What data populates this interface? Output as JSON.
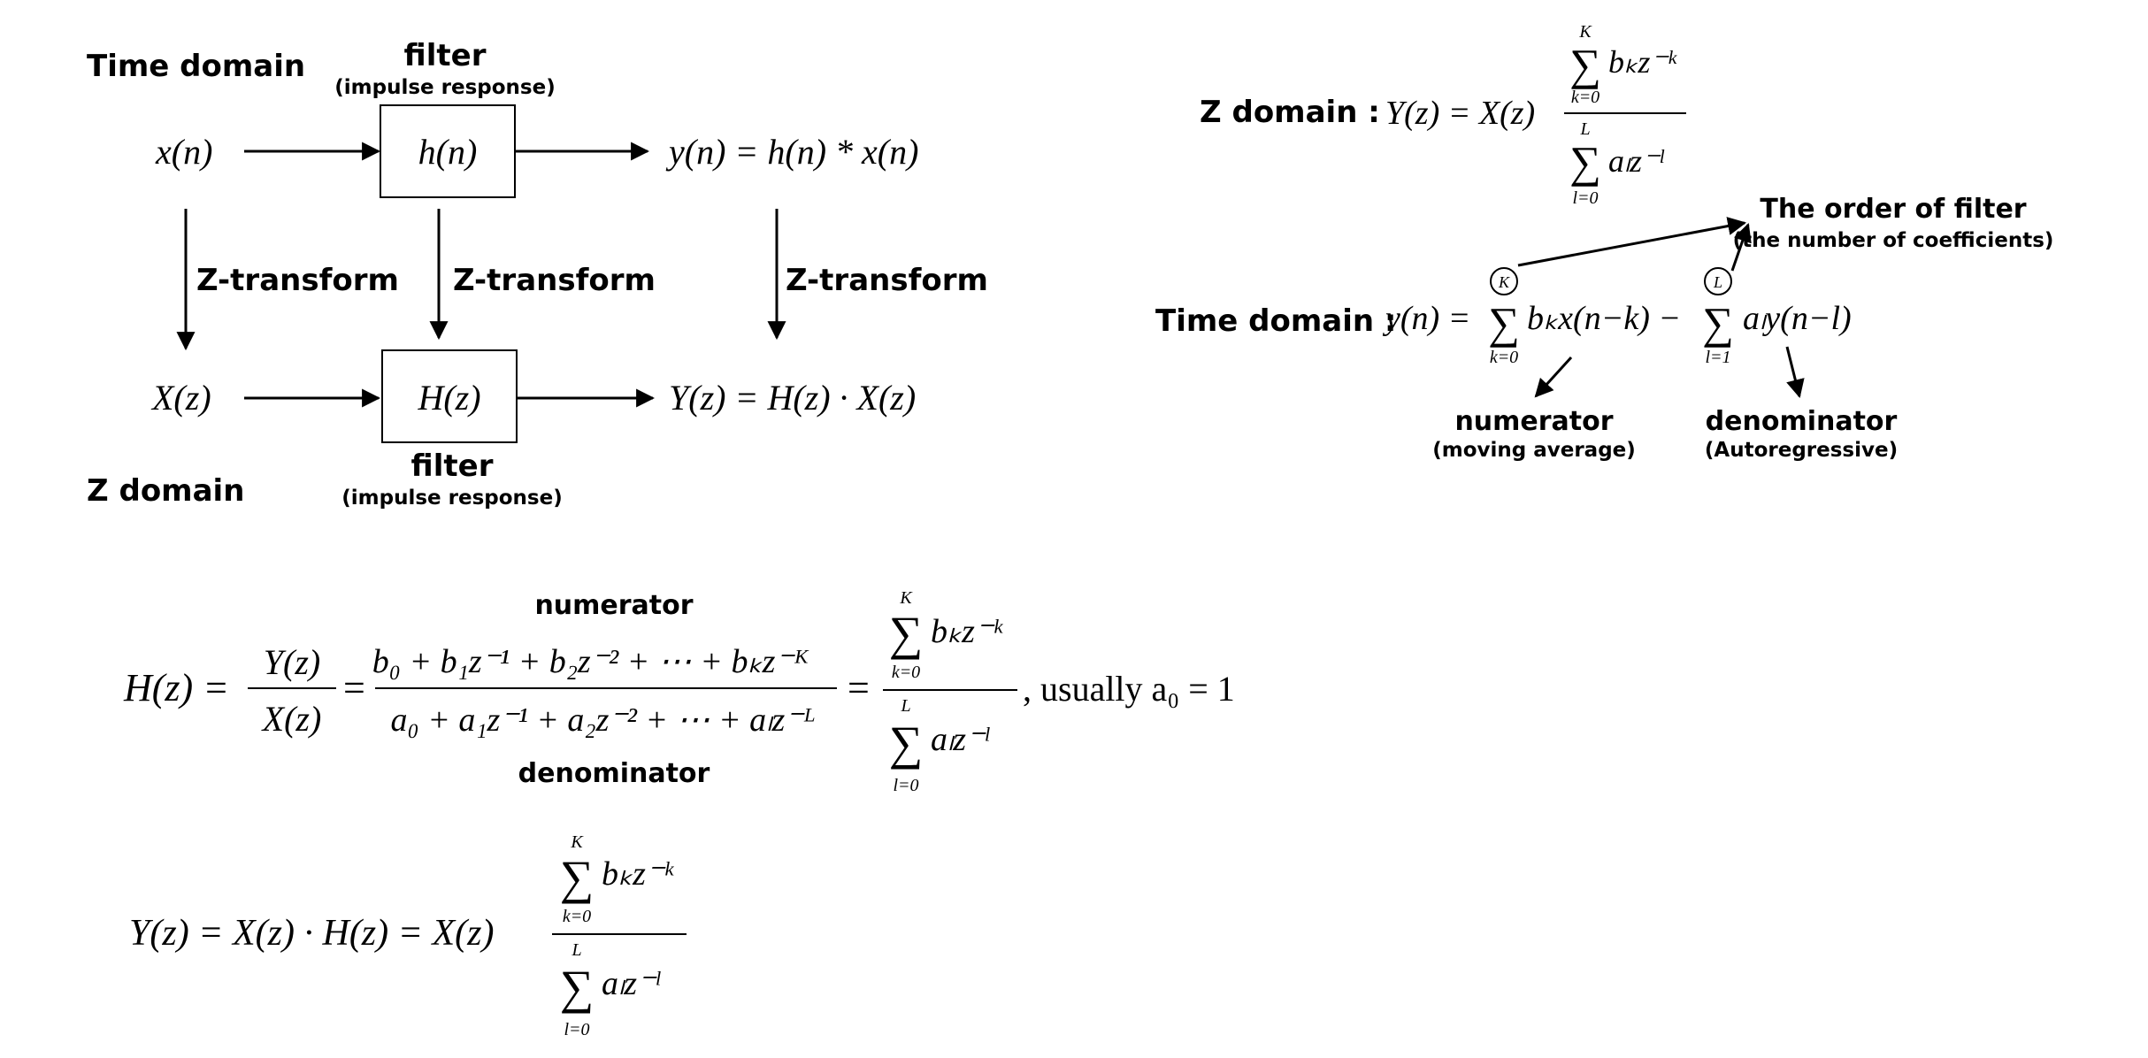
{
  "labels": {
    "time_domain": "Time domain",
    "z_domain": "Z domain",
    "filter": "filter",
    "impulse_response": "(impulse response)",
    "z_transform": "Z-transform",
    "z_domain_colon": "Z domain :",
    "time_domain_colon": "Time domain :",
    "order_of_filter": "The order of filter",
    "number_of_coefficients": "(the number of coefficients)",
    "numerator": "numerator",
    "moving_average": "(moving average)",
    "denominator": "denominator",
    "autoregressive": "(Autoregressive)"
  },
  "math": {
    "xn": "x(n)",
    "hn": "h(n)",
    "yn_conv": "y(n) = h(n) * x(n)",
    "Xz": "X(z)",
    "Hz": "H(z)",
    "Yz_prod": "Y(z) = H(z) · X(z)",
    "zdomain_lhs": "Y(z) = X(z)",
    "sum_b": "bₖz⁻ᵏ",
    "sum_a": "aₗz⁻ˡ",
    "k0": "k=0",
    "l0": "l=0",
    "l1": "l=1",
    "K": "K",
    "L": "L",
    "td_lhs": "y(n) =",
    "td_term1": "bₖx(n−k) −",
    "td_term2": "aₗy(n−l)",
    "hz_lhs": "H(z) =",
    "yz": "Y(z)",
    "xz": "X(z)",
    "eq": "=",
    "num_poly": "b₀ + b₁z⁻¹ + b₂z⁻² + ⋯ + bₖz⁻ᴷ",
    "den_poly": "a₀ + a₁z⁻¹ + a₂z⁻² + ⋯ + aₗz⁻ᴸ",
    "usually": ", usually a₀ = 1",
    "final_lhs": "Y(z) = X(z) · H(z) = X(z)"
  }
}
